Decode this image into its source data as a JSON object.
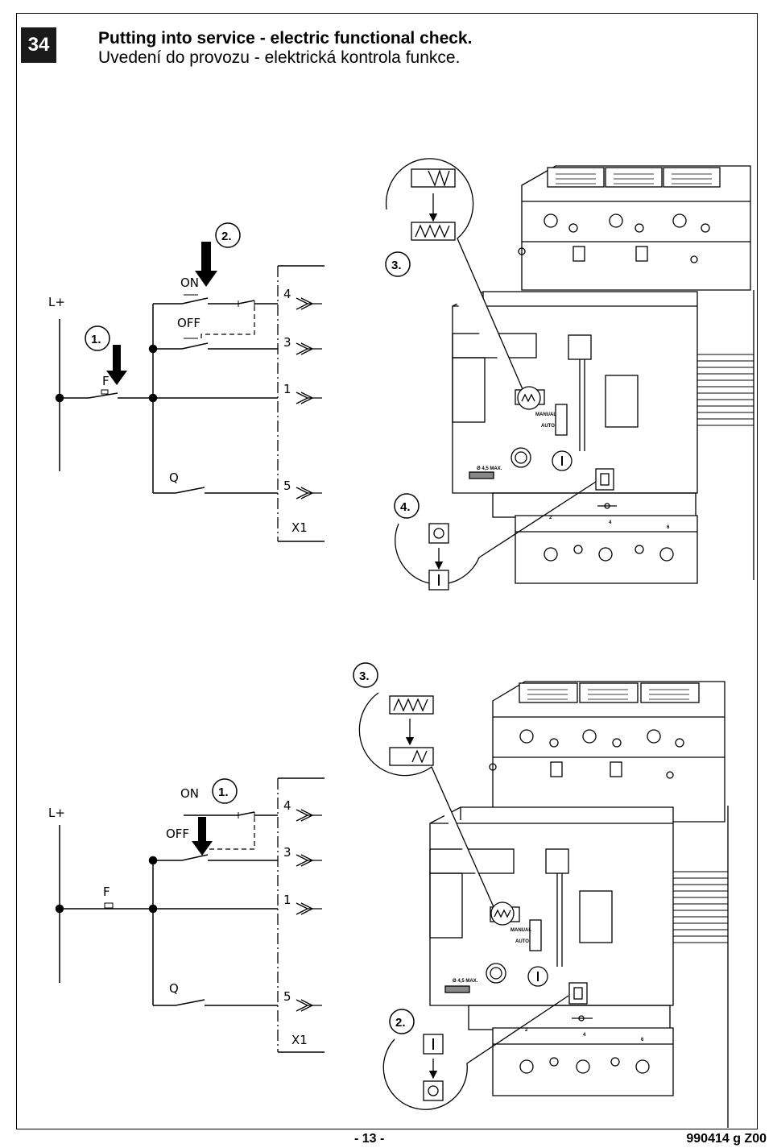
{
  "header": {
    "page_badge": "34",
    "title_en": "Putting into service - electric functional check.",
    "title_cz": "Uvedení do provozu - elektrická kontrola funkce."
  },
  "diagram_top": {
    "supply_label": "L+",
    "on_label": "ON",
    "off_label": "OFF",
    "fuse_label": "F",
    "q_label": "Q",
    "terminal_labels": [
      "4",
      "3",
      "1",
      "5"
    ],
    "connector_label": "X1",
    "steps": [
      "1.",
      "2.",
      "3.",
      "4."
    ],
    "breaker_labels": {
      "manual": "MANUAL",
      "auto": "AUTO",
      "lock": "Ø 4,5 MAX.",
      "poles": [
        "2",
        "4",
        "6"
      ]
    }
  },
  "diagram_bottom": {
    "supply_label": "L+",
    "on_label": "ON",
    "off_label": "OFF",
    "fuse_label": "F",
    "q_label": "Q",
    "terminal_labels": [
      "4",
      "3",
      "1",
      "5"
    ],
    "connector_label": "X1",
    "steps": [
      "1.",
      "2.",
      "3."
    ],
    "breaker_labels": {
      "manual": "MANUAL",
      "auto": "AUTO",
      "lock": "Ø 4,5 MAX.",
      "poles": [
        "2",
        "4",
        "6"
      ]
    }
  },
  "footer": {
    "page": "- 13 -",
    "code": "990414 g Z00"
  }
}
